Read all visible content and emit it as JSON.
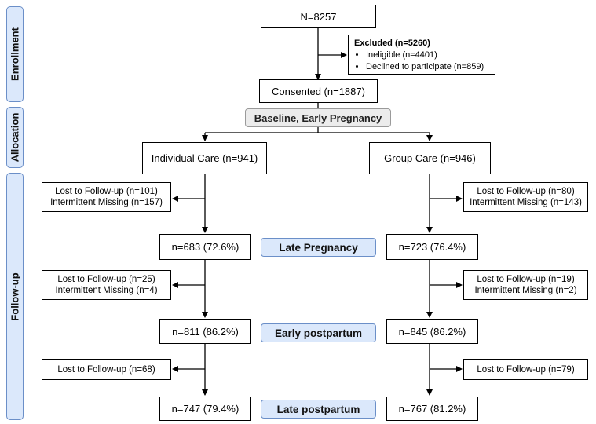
{
  "sidebar": {
    "enrollment": "Enrollment",
    "allocation": "Allocation",
    "followup": "Follow-up"
  },
  "enrollment": {
    "total": "N=8257",
    "excluded_title": "Excluded (n=5260)",
    "excluded_items": [
      "Ineligible (n=4401)",
      "Declined to participate (n=859)"
    ],
    "consented": "Consented (n=1887)"
  },
  "allocation": {
    "baseline_label": "Baseline, Early Pregnancy",
    "individual": "Individual Care (n=941)",
    "group": "Group Care (n=946)"
  },
  "phases": {
    "late_pregnancy": "Late Pregnancy",
    "early_postpartum": "Early postpartum",
    "late_postpartum": "Late postpartum"
  },
  "individual_arm": {
    "loss1_line1": "Lost to Follow-up (n=101)",
    "loss1_line2": "Intermittent Missing (n=157)",
    "late_pregnancy": "n=683 (72.6%)",
    "loss2_line1": "Lost to Follow-up (n=25)",
    "loss2_line2": "Intermittent Missing (n=4)",
    "early_postpartum": "n=811 (86.2%)",
    "loss3": "Lost to Follow-up (n=68)",
    "late_postpartum": "n=747 (79.4%)"
  },
  "group_arm": {
    "loss1_line1": "Lost to Follow-up (n=80)",
    "loss1_line2": "Intermittent Missing (n=143)",
    "late_pregnancy": "n=723 (76.4%)",
    "loss2_line1": "Lost to Follow-up (n=19)",
    "loss2_line2": "Intermittent Missing (n=2)",
    "early_postpartum": "n=845 (86.2%)",
    "loss3": "Lost to Follow-up (n=79)",
    "late_postpartum": "n=767 (81.2%)"
  }
}
